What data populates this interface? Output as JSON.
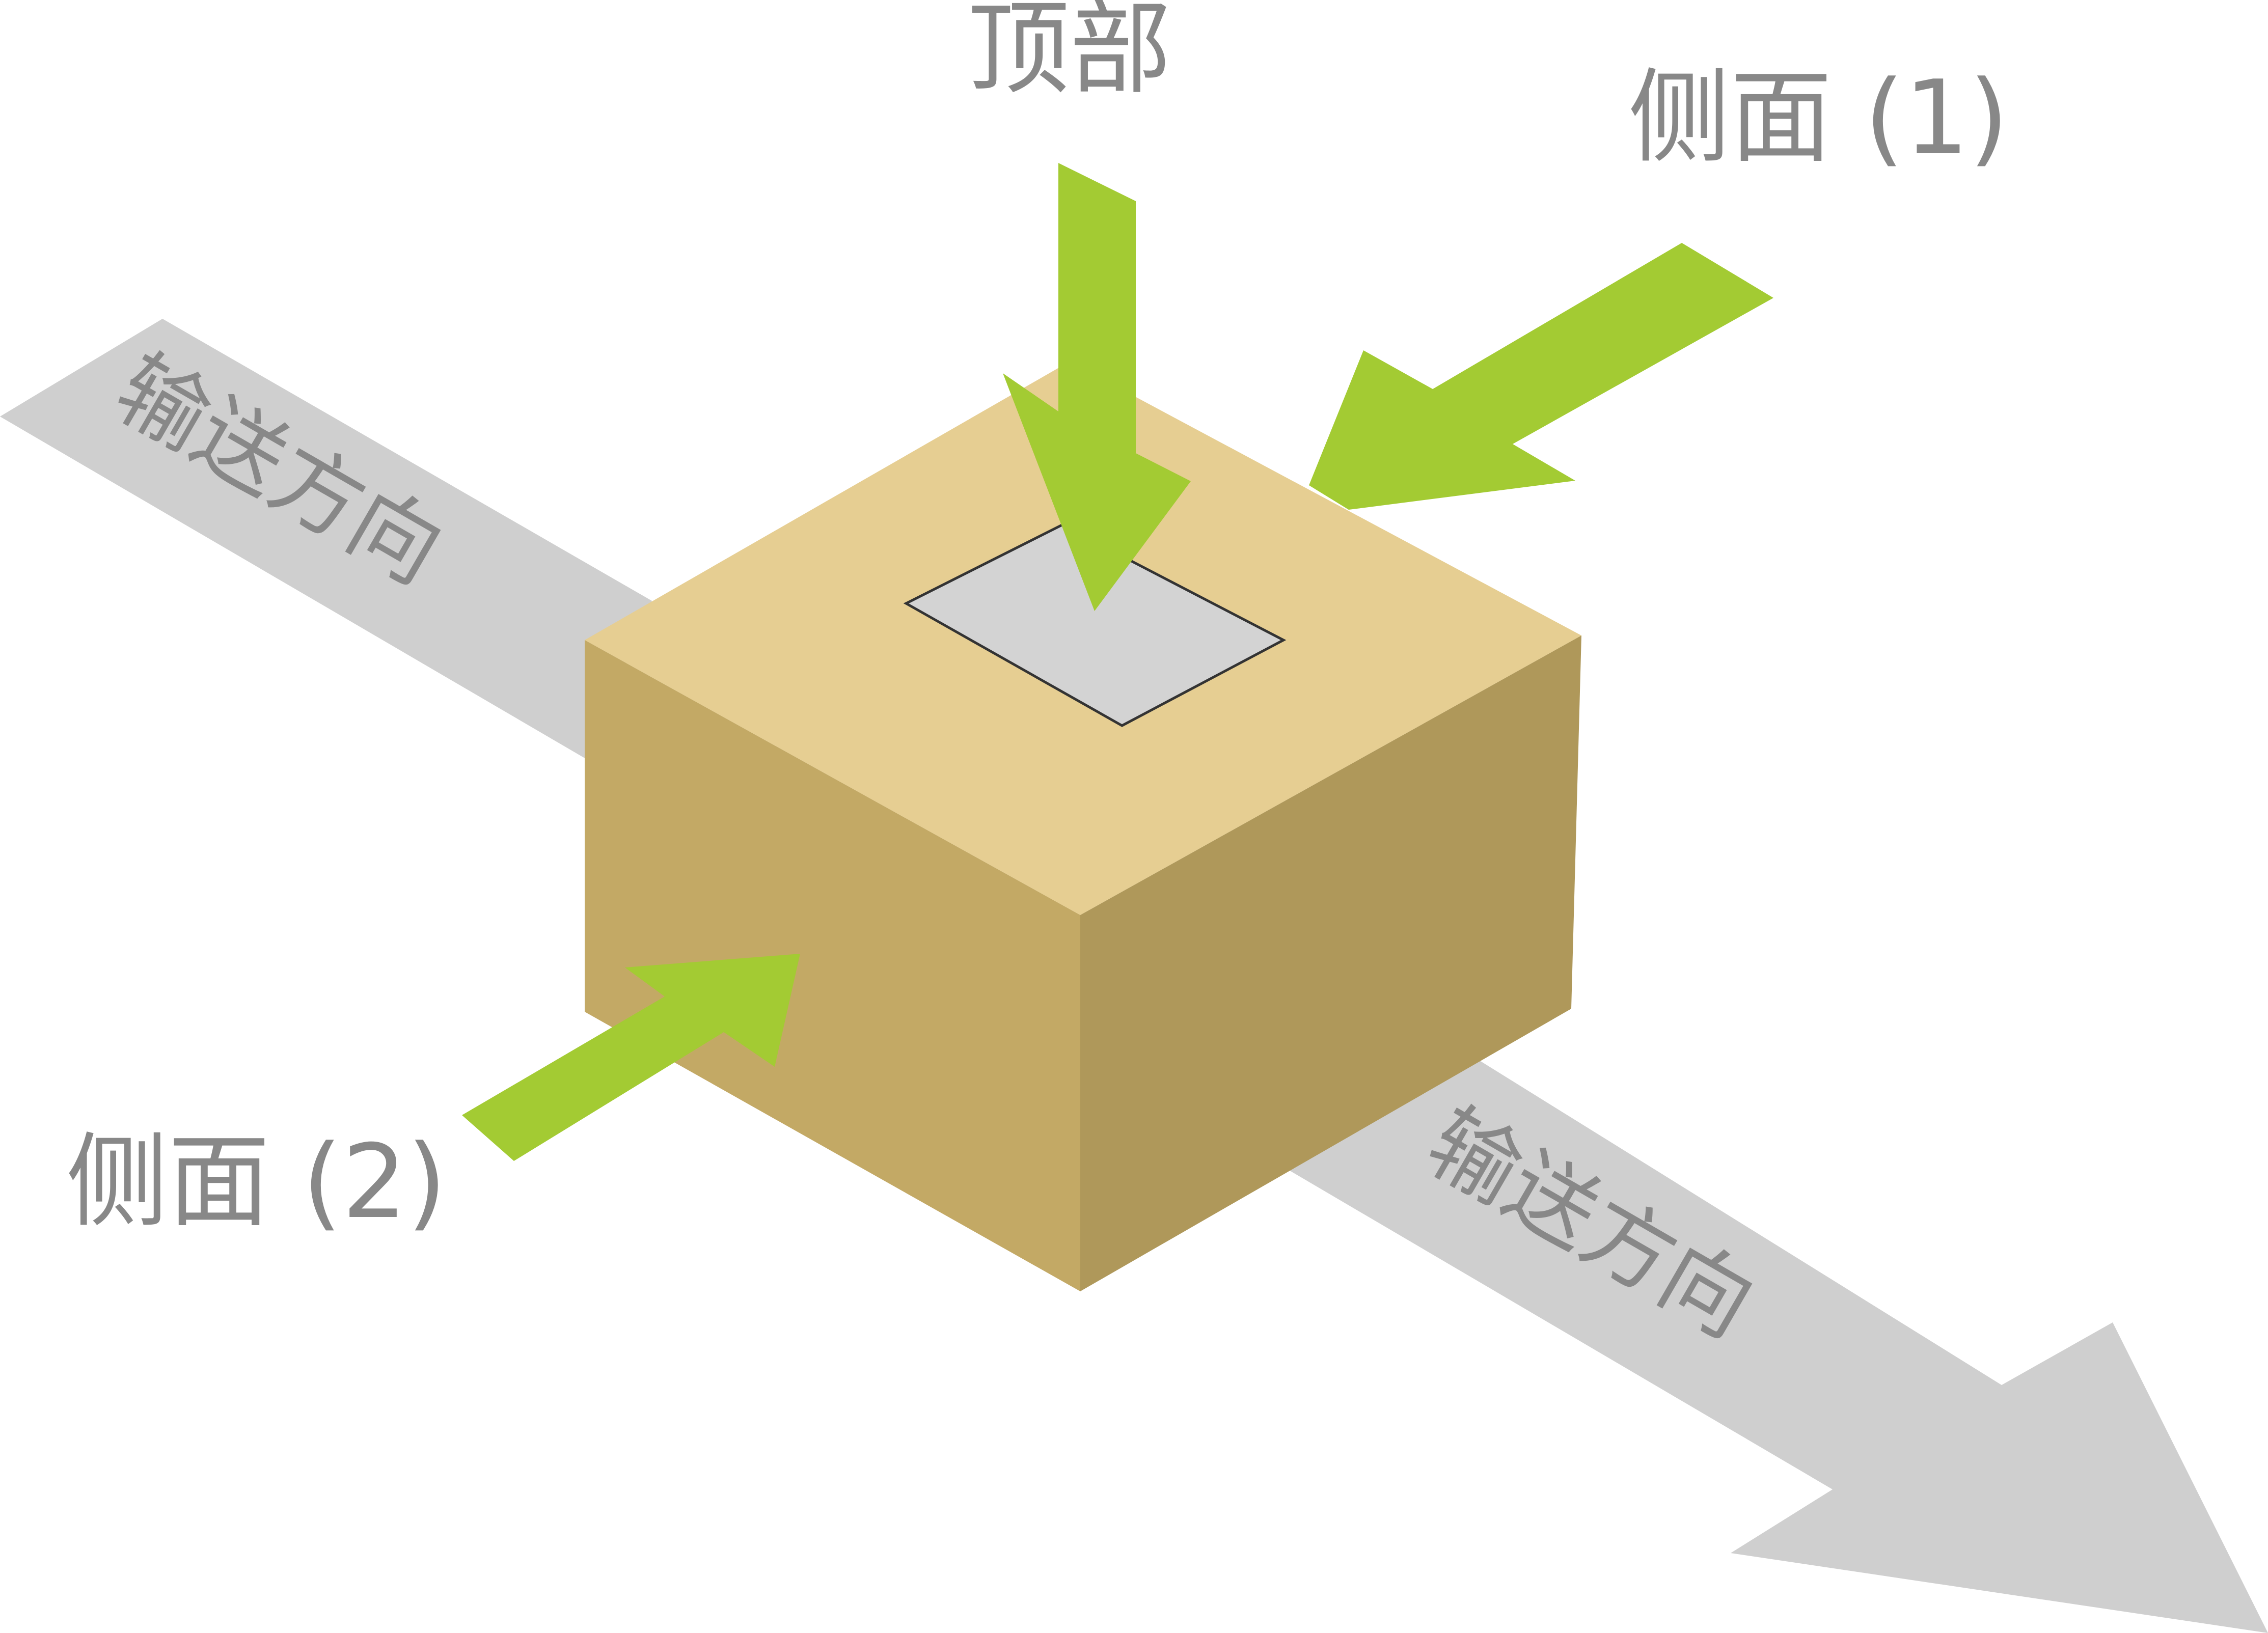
{
  "labels": {
    "top": "顶部",
    "side1": "侧面 (1)",
    "side2": "侧面 (2)",
    "conveyor_upper": "输送方向",
    "conveyor_lower": "输送方向"
  },
  "colors": {
    "conveyor": "#cfcfcf",
    "box_top": "#e6ce92",
    "box_left": "#c3a965",
    "box_right": "#af985a",
    "opening": "#d3d3d3",
    "arrow": "#a3cb33",
    "text": "#888888"
  },
  "icons": {
    "conveyor": "conveyor-direction-arrow",
    "box": "cardboard-box",
    "inspection_arrows": "green-inspection-arrow"
  }
}
